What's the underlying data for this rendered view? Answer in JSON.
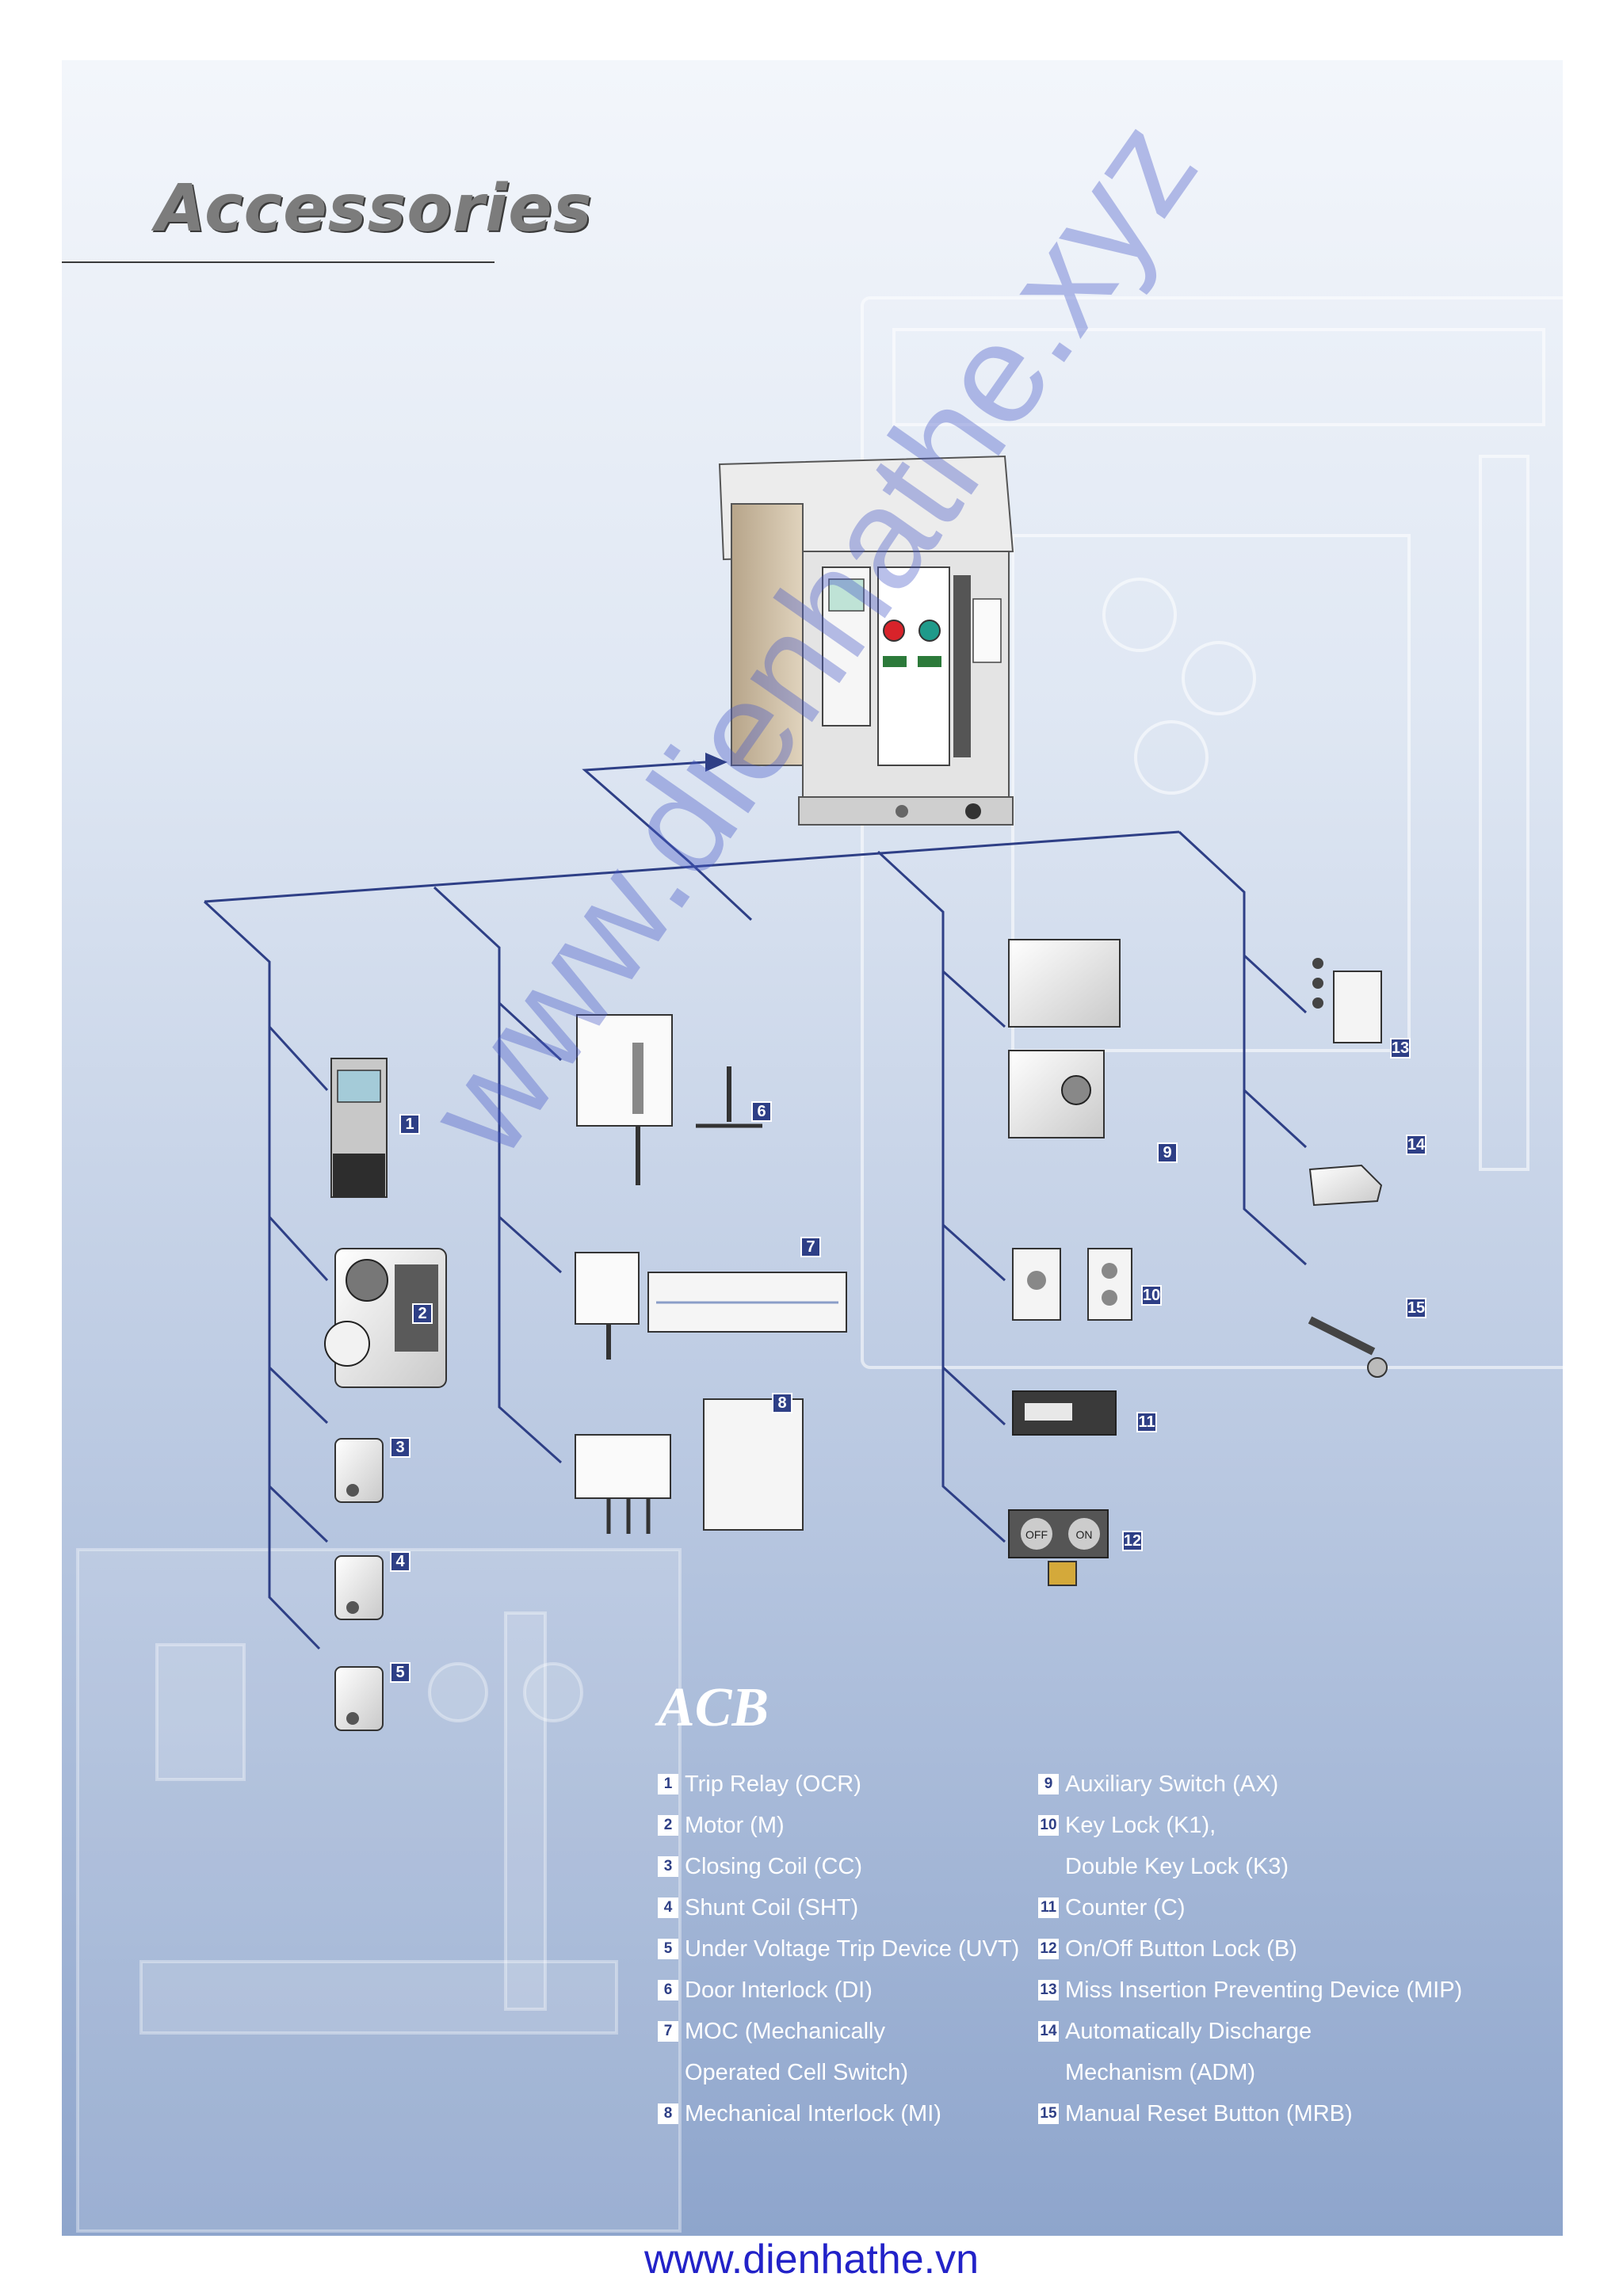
{
  "page": {
    "title": "Accessories",
    "product_label": "ACB",
    "watermark": "www.dienhathe.xyz",
    "footer_url": "www.dienhathe.vn"
  },
  "callouts": [
    "1",
    "2",
    "3",
    "4",
    "5",
    "6",
    "7",
    "8",
    "9",
    "10",
    "11",
    "12",
    "13",
    "14",
    "15"
  ],
  "legend_left": [
    {
      "num": "1",
      "text": "Trip Relay (OCR)"
    },
    {
      "num": "2",
      "text": "Motor (M)"
    },
    {
      "num": "3",
      "text": "Closing Coil (CC)"
    },
    {
      "num": "4",
      "text": "Shunt Coil (SHT)"
    },
    {
      "num": "5",
      "text": "Under Voltage Trip Device (UVT)"
    },
    {
      "num": "6",
      "text": "Door Interlock (DI)"
    },
    {
      "num": "7",
      "text": "MOC (Mechanically"
    },
    {
      "num": "",
      "text": "Operated Cell Switch)"
    },
    {
      "num": "8",
      "text": "Mechanical Interlock (MI)"
    }
  ],
  "legend_right": [
    {
      "num": "9",
      "text": "Auxiliary Switch (AX)"
    },
    {
      "num": "10",
      "text": "Key Lock (K1),"
    },
    {
      "num": "",
      "text": "Double Key Lock (K3)"
    },
    {
      "num": "11",
      "text": "Counter (C)"
    },
    {
      "num": "12",
      "text": "On/Off Button Lock (B)"
    },
    {
      "num": "13",
      "text": "Miss Insertion Preventing Device (MIP)"
    },
    {
      "num": "14",
      "text": "Automatically Discharge"
    },
    {
      "num": "",
      "text": "Mechanism (ADM)"
    },
    {
      "num": "15",
      "text": "Manual Reset Button (MRB)"
    }
  ],
  "breaker_labels": {
    "off_label": "OFF",
    "on_label": "ON",
    "lock_off": "OFF",
    "lock_on": "ON"
  },
  "colors": {
    "connector_line": "#2e3f86",
    "callout_box": "#2e3f86",
    "watermark": "#4658c8",
    "footer_url": "#2222c8",
    "off_button": "#d8232a",
    "on_button": "#1f9a8a"
  }
}
